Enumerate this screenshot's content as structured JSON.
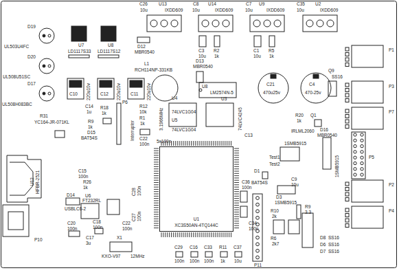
{
  "diagram": {
    "nodes": [
      {
        "text": [
          "U1",
          "XC3S50AN-4TQ144C"
        ]
      }
    ],
    "labels": [
      "C26",
      "10u",
      "U13",
      "IXDD609",
      "C8",
      "10u",
      "U14",
      "IXDD609",
      "C7",
      "10u",
      "U9",
      "IXDD609",
      "C35",
      "10u",
      "U2",
      "IXDD609",
      "D19",
      "UL503U4FC",
      "D20",
      "UL508U51SC",
      "D17",
      "UL508H083BC",
      "U7",
      "LD1117S33",
      "U8",
      "LD1117S12",
      "D12",
      "MBR0540",
      "C3",
      "10u",
      "R2",
      "1k",
      "C1",
      "10u",
      "R5",
      "1k",
      "L1",
      "RCH114NP-331KB",
      "D13",
      "MBR0540",
      "U8",
      "LM2574N-5",
      "C21",
      "470u25v",
      "C4",
      "470-25v",
      "Q9",
      "SS16",
      "C10",
      "220u10v",
      "C12",
      "220u10v",
      "C11",
      "220u10v",
      "C14",
      "1u",
      "R18",
      "1k",
      "R31",
      "YC164-JR-071KL",
      "R9",
      "1k",
      "D15",
      "BAT54S",
      "R12",
      "10k",
      "R1",
      "1k",
      "Interrupter",
      "P6",
      "3.1966MHz",
      "U4",
      "74LVC1G04",
      "U5",
      "74LVC1G04",
      "U3",
      "74LVC4245",
      "C13",
      "C22",
      "100n",
      "5x100n",
      "U12",
      "HFBR-2521",
      "C15",
      "100n",
      "R26",
      "1k",
      "C28",
      "100n",
      "C27",
      "100n",
      "D14",
      "USBLC6-2",
      "U6",
      "FT232RL",
      "C20",
      "100n",
      "C18",
      "100n",
      "C22",
      "100n",
      "C17",
      "3u",
      "X1",
      "KXO-V97",
      "12MHz",
      "P10",
      "C29",
      "100n",
      "C16",
      "100n",
      "C33",
      "100n",
      "R11",
      "1k",
      "C37",
      "10u",
      "P11",
      "C36",
      "100n",
      "C34",
      "100n",
      "Test1",
      "Test2",
      "D1",
      "BAT54S",
      "D3",
      "1SMB5915",
      "1SMB5915",
      "R20",
      "1k",
      "Q1",
      "IRLML2060",
      "D16",
      "MBR0540",
      "1SMB5915",
      "C9",
      "10u",
      "R9",
      "3.3",
      "R10",
      "2k",
      "R6",
      "2k7",
      "D8",
      "SS16",
      "D6",
      "SS16",
      "D7",
      "SS16",
      "P1",
      "P3",
      "P7",
      "P5",
      "P2",
      "P4"
    ]
  }
}
